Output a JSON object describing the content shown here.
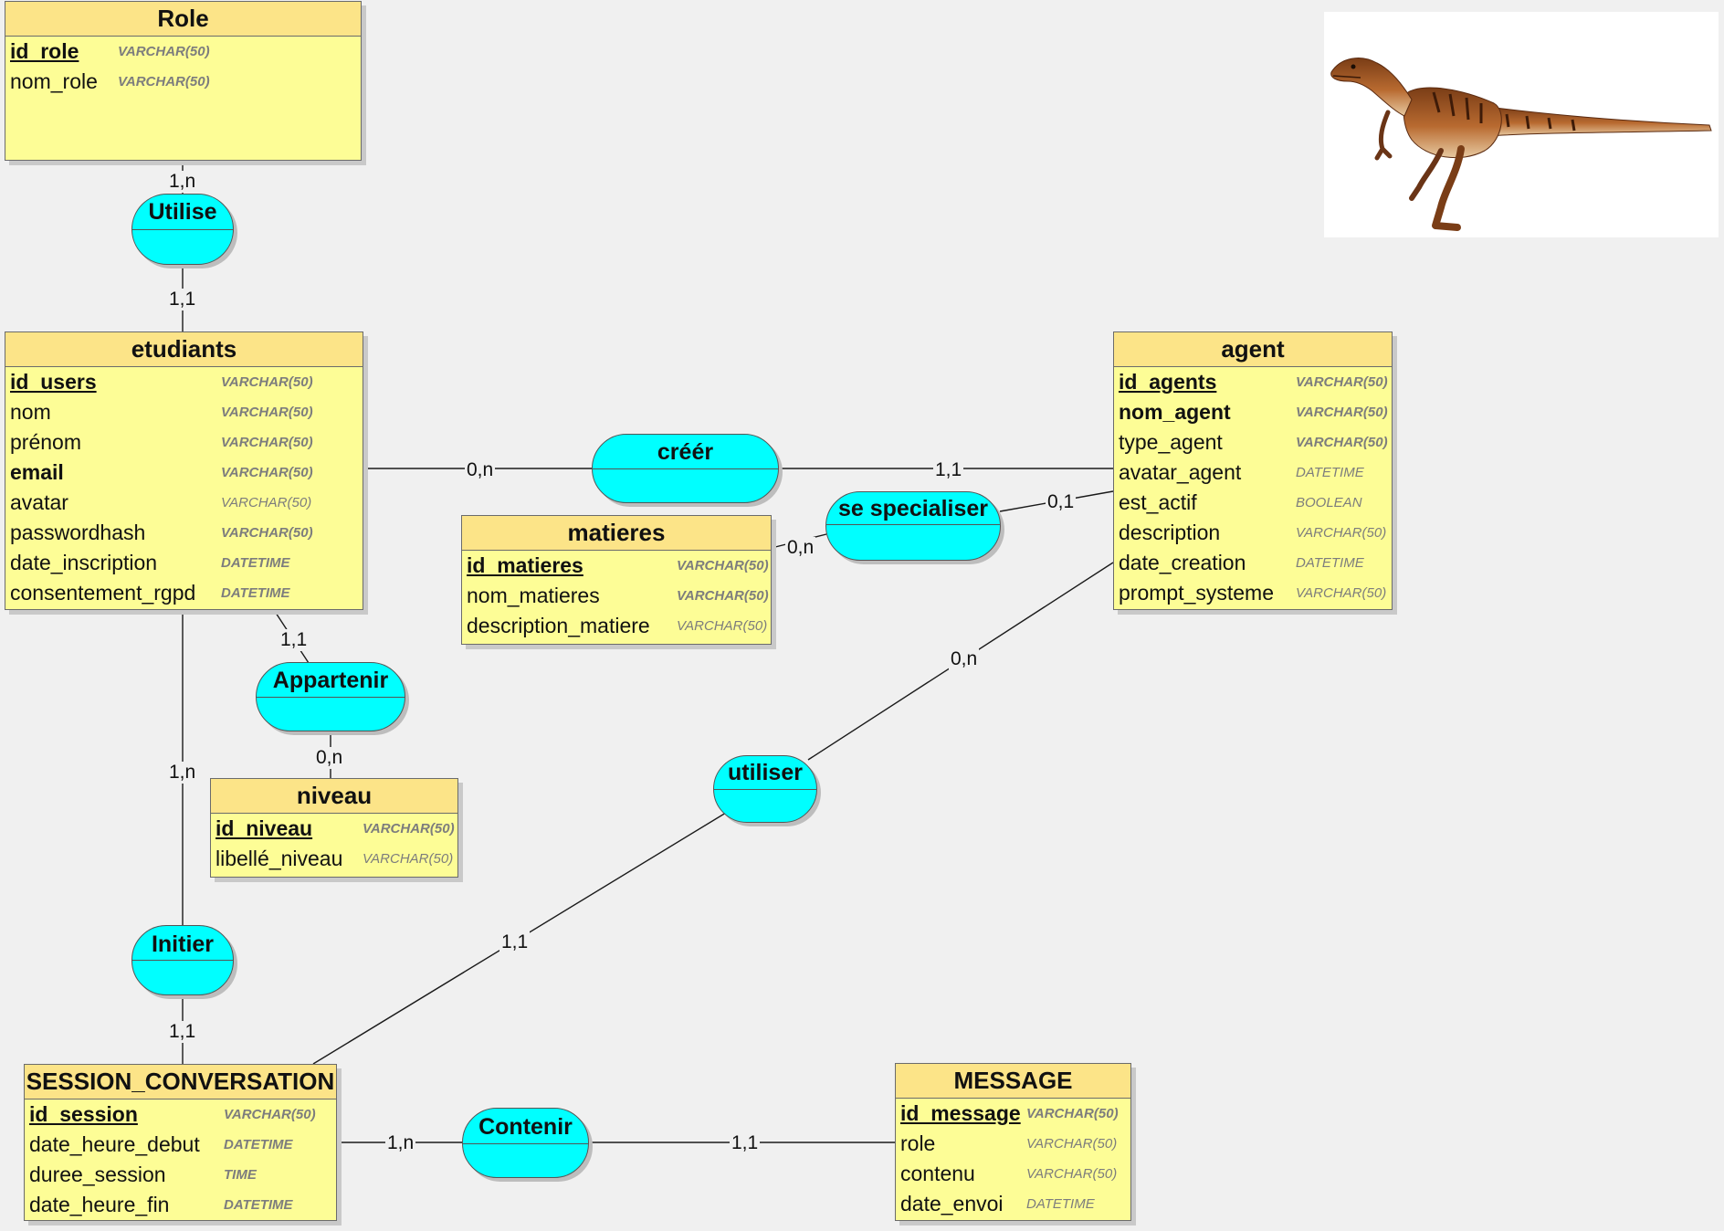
{
  "entities": {
    "role": {
      "name": "Role",
      "attributes": [
        {
          "name": "id_role",
          "type": "VARCHAR(50)"
        },
        {
          "name": "nom_role",
          "type": "VARCHAR(50)"
        }
      ]
    },
    "etudiants": {
      "name": "etudiants",
      "attributes": [
        {
          "name": "id_users",
          "type": "VARCHAR(50)"
        },
        {
          "name": "nom",
          "type": "VARCHAR(50)"
        },
        {
          "name": "prénom",
          "type": "VARCHAR(50)"
        },
        {
          "name": "email",
          "type": "VARCHAR(50)"
        },
        {
          "name": "avatar",
          "type": "VARCHAR(50)"
        },
        {
          "name": "passwordhash",
          "type": "VARCHAR(50)"
        },
        {
          "name": "date_inscription",
          "type": "DATETIME"
        },
        {
          "name": "consentement_rgpd",
          "type": "DATETIME"
        }
      ]
    },
    "agent": {
      "name": "agent",
      "attributes": [
        {
          "name": "id_agents",
          "type": "VARCHAR(50)"
        },
        {
          "name": "nom_agent",
          "type": "VARCHAR(50)"
        },
        {
          "name": "type_agent",
          "type": "VARCHAR(50)"
        },
        {
          "name": "avatar_agent",
          "type": "DATETIME"
        },
        {
          "name": "est_actif",
          "type": "BOOLEAN"
        },
        {
          "name": "description",
          "type": "VARCHAR(50)"
        },
        {
          "name": "date_creation",
          "type": "DATETIME"
        },
        {
          "name": "prompt_systeme",
          "type": "VARCHAR(50)"
        }
      ]
    },
    "matieres": {
      "name": "matieres",
      "attributes": [
        {
          "name": "id_matieres",
          "type": "VARCHAR(50)"
        },
        {
          "name": "nom_matieres",
          "type": "VARCHAR(50)"
        },
        {
          "name": "description_matiere",
          "type": "VARCHAR(50)"
        }
      ]
    },
    "niveau": {
      "name": "niveau",
      "attributes": [
        {
          "name": "id_niveau",
          "type": "VARCHAR(50)"
        },
        {
          "name": "libellé_niveau",
          "type": "VARCHAR(50)"
        }
      ]
    },
    "session": {
      "name": "SESSION_CONVERSATION",
      "attributes": [
        {
          "name": "id_session",
          "type": "VARCHAR(50)"
        },
        {
          "name": "date_heure_debut",
          "type": "DATETIME"
        },
        {
          "name": "duree_session",
          "type": "TIME"
        },
        {
          "name": "date_heure_fin",
          "type": "DATETIME"
        }
      ]
    },
    "message": {
      "name": "MESSAGE",
      "attributes": [
        {
          "name": "id_message",
          "type": "VARCHAR(50)"
        },
        {
          "name": "role",
          "type": "VARCHAR(50)"
        },
        {
          "name": "contenu",
          "type": "VARCHAR(50)"
        },
        {
          "name": "date_envoi",
          "type": "DATETIME"
        }
      ]
    }
  },
  "associations": {
    "utilise": "Utilise",
    "creer": "créér",
    "se_specialiser": "se specialiser",
    "appartenir": "Appartenir",
    "utiliser": "utiliser",
    "initier": "Initier",
    "contenir": "Contenir"
  },
  "cardinalities": {
    "role_utilise": "1,n",
    "utilise_etudiants": "1,1",
    "etudiants_creer": "0,n",
    "creer_agent": "1,1",
    "specialiser_agent": "0,1",
    "matieres_specialiser": "0,n",
    "etudiants_appartenir": "1,1",
    "appartenir_niveau": "0,n",
    "etudiants_initier": "1,n",
    "agent_utiliser": "0,n",
    "utiliser_session": "1,1",
    "initier_session": "1,1",
    "session_contenir": "1,n",
    "contenir_message": "1,1"
  }
}
